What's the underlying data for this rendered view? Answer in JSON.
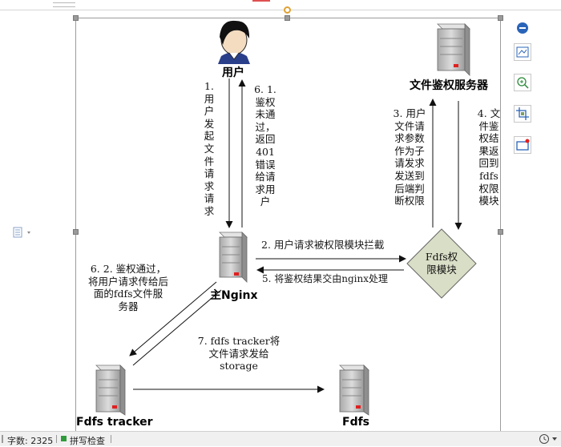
{
  "diagram": {
    "nodes": {
      "user": "用户",
      "auth_server": "文件鉴权服务器",
      "main_nginx": "主Nginx",
      "fdfs_auth_module": "Fdfs权\n限模块",
      "fdfs_tracker": "Fdfs tracker",
      "fdfs": "Fdfs"
    },
    "edges": {
      "step1": "1.\n用\n户\n发\n起\n文\n件\n请\n求\n请\n求",
      "step2": "2. 用户请求被权限模块拦截",
      "step3": "3. 用户\n文件请\n求参数\n作为子\n请发求\n发送到\n后端判\n断权限",
      "step4": "4. 文\n件鉴\n权结\n果返\n回到\nfdfs\n权限\n模块",
      "step5": "5. 将鉴权结果交由nginx处理",
      "step61": "6. 1.\n鉴权\n未通\n过，\n返回\n401\n错误\n给请\n求用\n户",
      "step62": "6. 2. 鉴权通过，\n将用户请求传给后\n面的fdfs文件服\n务器",
      "step7": "7. fdfs tracker将\n文件请求发给\nstorage"
    }
  },
  "side_toolbar": {
    "collapse": "minus-circle-icon",
    "layout": "layout-options-icon",
    "zoom": "zoom-icon",
    "crop": "crop-icon",
    "border": "border-icon"
  },
  "status_bar": {
    "word_count": "字数: 2325",
    "spell_check": "拼写检查"
  },
  "colors": {
    "diamond_fill": "#d9dec6",
    "server_body": "#c9c9c9",
    "server_led": "#e02020",
    "accent_blue": "#2a64b8"
  }
}
